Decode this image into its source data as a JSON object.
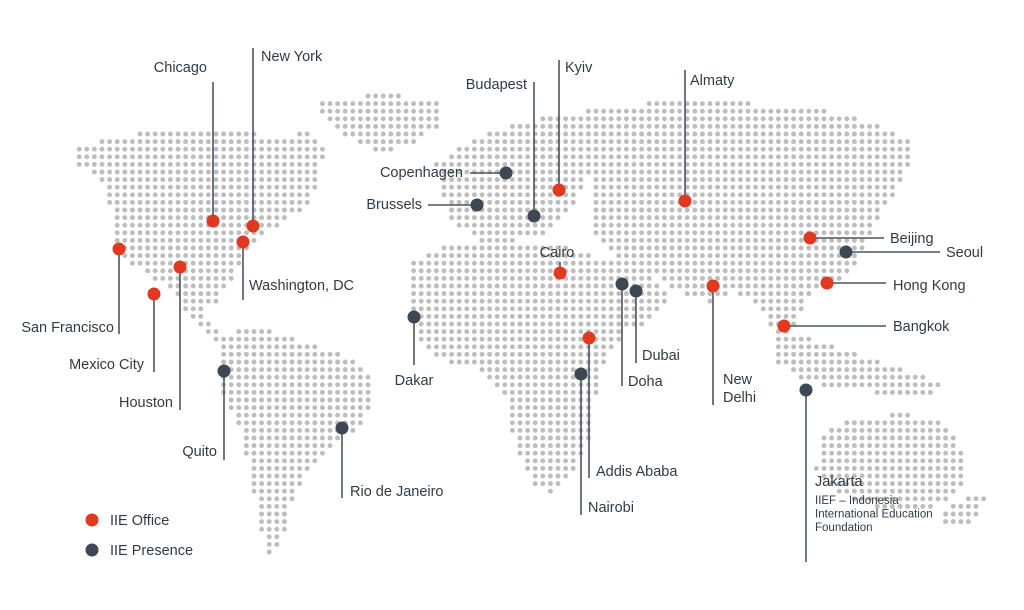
{
  "colors": {
    "office": "#e0391f",
    "presence": "#3d4852",
    "land_dots": "#bdbdbd",
    "text": "#2f3b46",
    "leader": "#4a5560"
  },
  "legend": {
    "office_label": "IIE Office",
    "presence_label": "IIE Presence"
  },
  "locations": [
    {
      "id": "chicago",
      "name": "Chicago",
      "type": "office"
    },
    {
      "id": "new-york",
      "name": "New York",
      "type": "office"
    },
    {
      "id": "washington-dc",
      "name": "Washington, DC",
      "type": "office"
    },
    {
      "id": "san-francisco",
      "name": "San Francisco",
      "type": "office"
    },
    {
      "id": "mexico-city",
      "name": "Mexico City",
      "type": "office"
    },
    {
      "id": "houston",
      "name": "Houston",
      "type": "office"
    },
    {
      "id": "quito",
      "name": "Quito",
      "type": "presence"
    },
    {
      "id": "rio-de-janeiro",
      "name": "Rio de Janeiro",
      "type": "presence"
    },
    {
      "id": "copenhagen",
      "name": "Copenhagen",
      "type": "presence"
    },
    {
      "id": "brussels",
      "name": "Brussels",
      "type": "presence"
    },
    {
      "id": "budapest",
      "name": "Budapest",
      "type": "presence"
    },
    {
      "id": "kyiv",
      "name": "Kyiv",
      "type": "office"
    },
    {
      "id": "cairo",
      "name": "Cairo",
      "type": "office"
    },
    {
      "id": "dakar",
      "name": "Dakar",
      "type": "presence"
    },
    {
      "id": "addis-ababa",
      "name": "Addis Ababa",
      "type": "office"
    },
    {
      "id": "nairobi",
      "name": "Nairobi",
      "type": "presence"
    },
    {
      "id": "doha",
      "name": "Doha",
      "type": "presence"
    },
    {
      "id": "dubai",
      "name": "Dubai",
      "type": "presence"
    },
    {
      "id": "almaty",
      "name": "Almaty",
      "type": "office"
    },
    {
      "id": "new-delhi",
      "name": "New Delhi",
      "name_lines": [
        "New",
        "Delhi"
      ],
      "type": "office"
    },
    {
      "id": "beijing",
      "name": "Beijing",
      "type": "office"
    },
    {
      "id": "seoul",
      "name": "Seoul",
      "type": "presence"
    },
    {
      "id": "hong-kong",
      "name": "Hong Kong",
      "type": "office"
    },
    {
      "id": "bangkok",
      "name": "Bangkok",
      "type": "office"
    },
    {
      "id": "jakarta",
      "name": "Jakarta",
      "type": "presence",
      "note_lines": [
        "IIEF – Indonesia",
        "International Education",
        "Foundation"
      ]
    }
  ]
}
